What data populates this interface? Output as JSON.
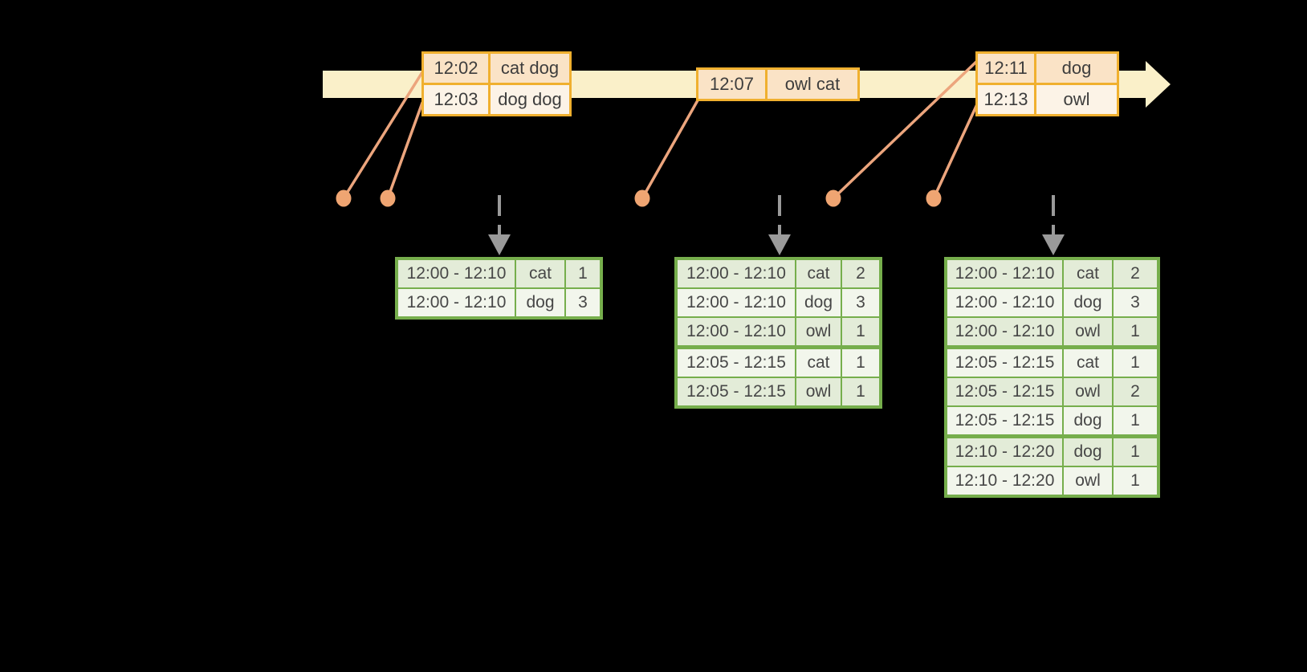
{
  "event_stream": {
    "description": "timeline of word events flowing left to right",
    "event_tables": [
      {
        "rows": [
          {
            "time": "12:02",
            "words": "cat dog"
          },
          {
            "time": "12:03",
            "words": "dog dog"
          }
        ]
      },
      {
        "rows": [
          {
            "time": "12:07",
            "words": "owl cat"
          }
        ]
      },
      {
        "rows": [
          {
            "time": "12:11",
            "words": "dog"
          },
          {
            "time": "12:13",
            "words": "owl"
          }
        ]
      }
    ]
  },
  "result_tables": [
    {
      "window_groups": [
        {
          "rows": [
            {
              "window": "12:00 - 12:10",
              "word": "cat",
              "count": "1"
            },
            {
              "window": "12:00 - 12:10",
              "word": "dog",
              "count": "3"
            }
          ]
        }
      ]
    },
    {
      "window_groups": [
        {
          "rows": [
            {
              "window": "12:00 - 12:10",
              "word": "cat",
              "count": "2"
            },
            {
              "window": "12:00 - 12:10",
              "word": "dog",
              "count": "3"
            },
            {
              "window": "12:00 - 12:10",
              "word": "owl",
              "count": "1"
            }
          ]
        },
        {
          "rows": [
            {
              "window": "12:05 - 12:15",
              "word": "cat",
              "count": "1"
            },
            {
              "window": "12:05 - 12:15",
              "word": "owl",
              "count": "1"
            }
          ]
        }
      ]
    },
    {
      "window_groups": [
        {
          "rows": [
            {
              "window": "12:00 - 12:10",
              "word": "cat",
              "count": "2"
            },
            {
              "window": "12:00 - 12:10",
              "word": "dog",
              "count": "3"
            },
            {
              "window": "12:00 - 12:10",
              "word": "owl",
              "count": "1"
            }
          ]
        },
        {
          "rows": [
            {
              "window": "12:05 - 12:15",
              "word": "cat",
              "count": "1"
            },
            {
              "window": "12:05 - 12:15",
              "word": "owl",
              "count": "2"
            },
            {
              "window": "12:05 - 12:15",
              "word": "dog",
              "count": "1"
            }
          ]
        },
        {
          "rows": [
            {
              "window": "12:10 - 12:20",
              "word": "dog",
              "count": "1"
            },
            {
              "window": "12:10 - 12:20",
              "word": "owl",
              "count": "1"
            }
          ]
        }
      ]
    }
  ],
  "icons": {
    "timeline_arrow": "right-block-arrow",
    "event_marker": "dot",
    "trigger_pointer": "dashed-down-arrow"
  },
  "colors": {
    "background": "#000000",
    "timeline_band": "#faf0c9",
    "event_table_border": "#f0b02f",
    "event_row_dark": "#fae3c6",
    "event_row_light": "#fcf3e7",
    "connector": "#eca57d",
    "event_dot": "#efa572",
    "result_table_border": "#76ae4c",
    "result_row_tint": "#e3ecd8",
    "result_row_light": "#f2f6ec",
    "trigger_arrow": "#9a9a9a",
    "text": "#3d3d3d"
  }
}
